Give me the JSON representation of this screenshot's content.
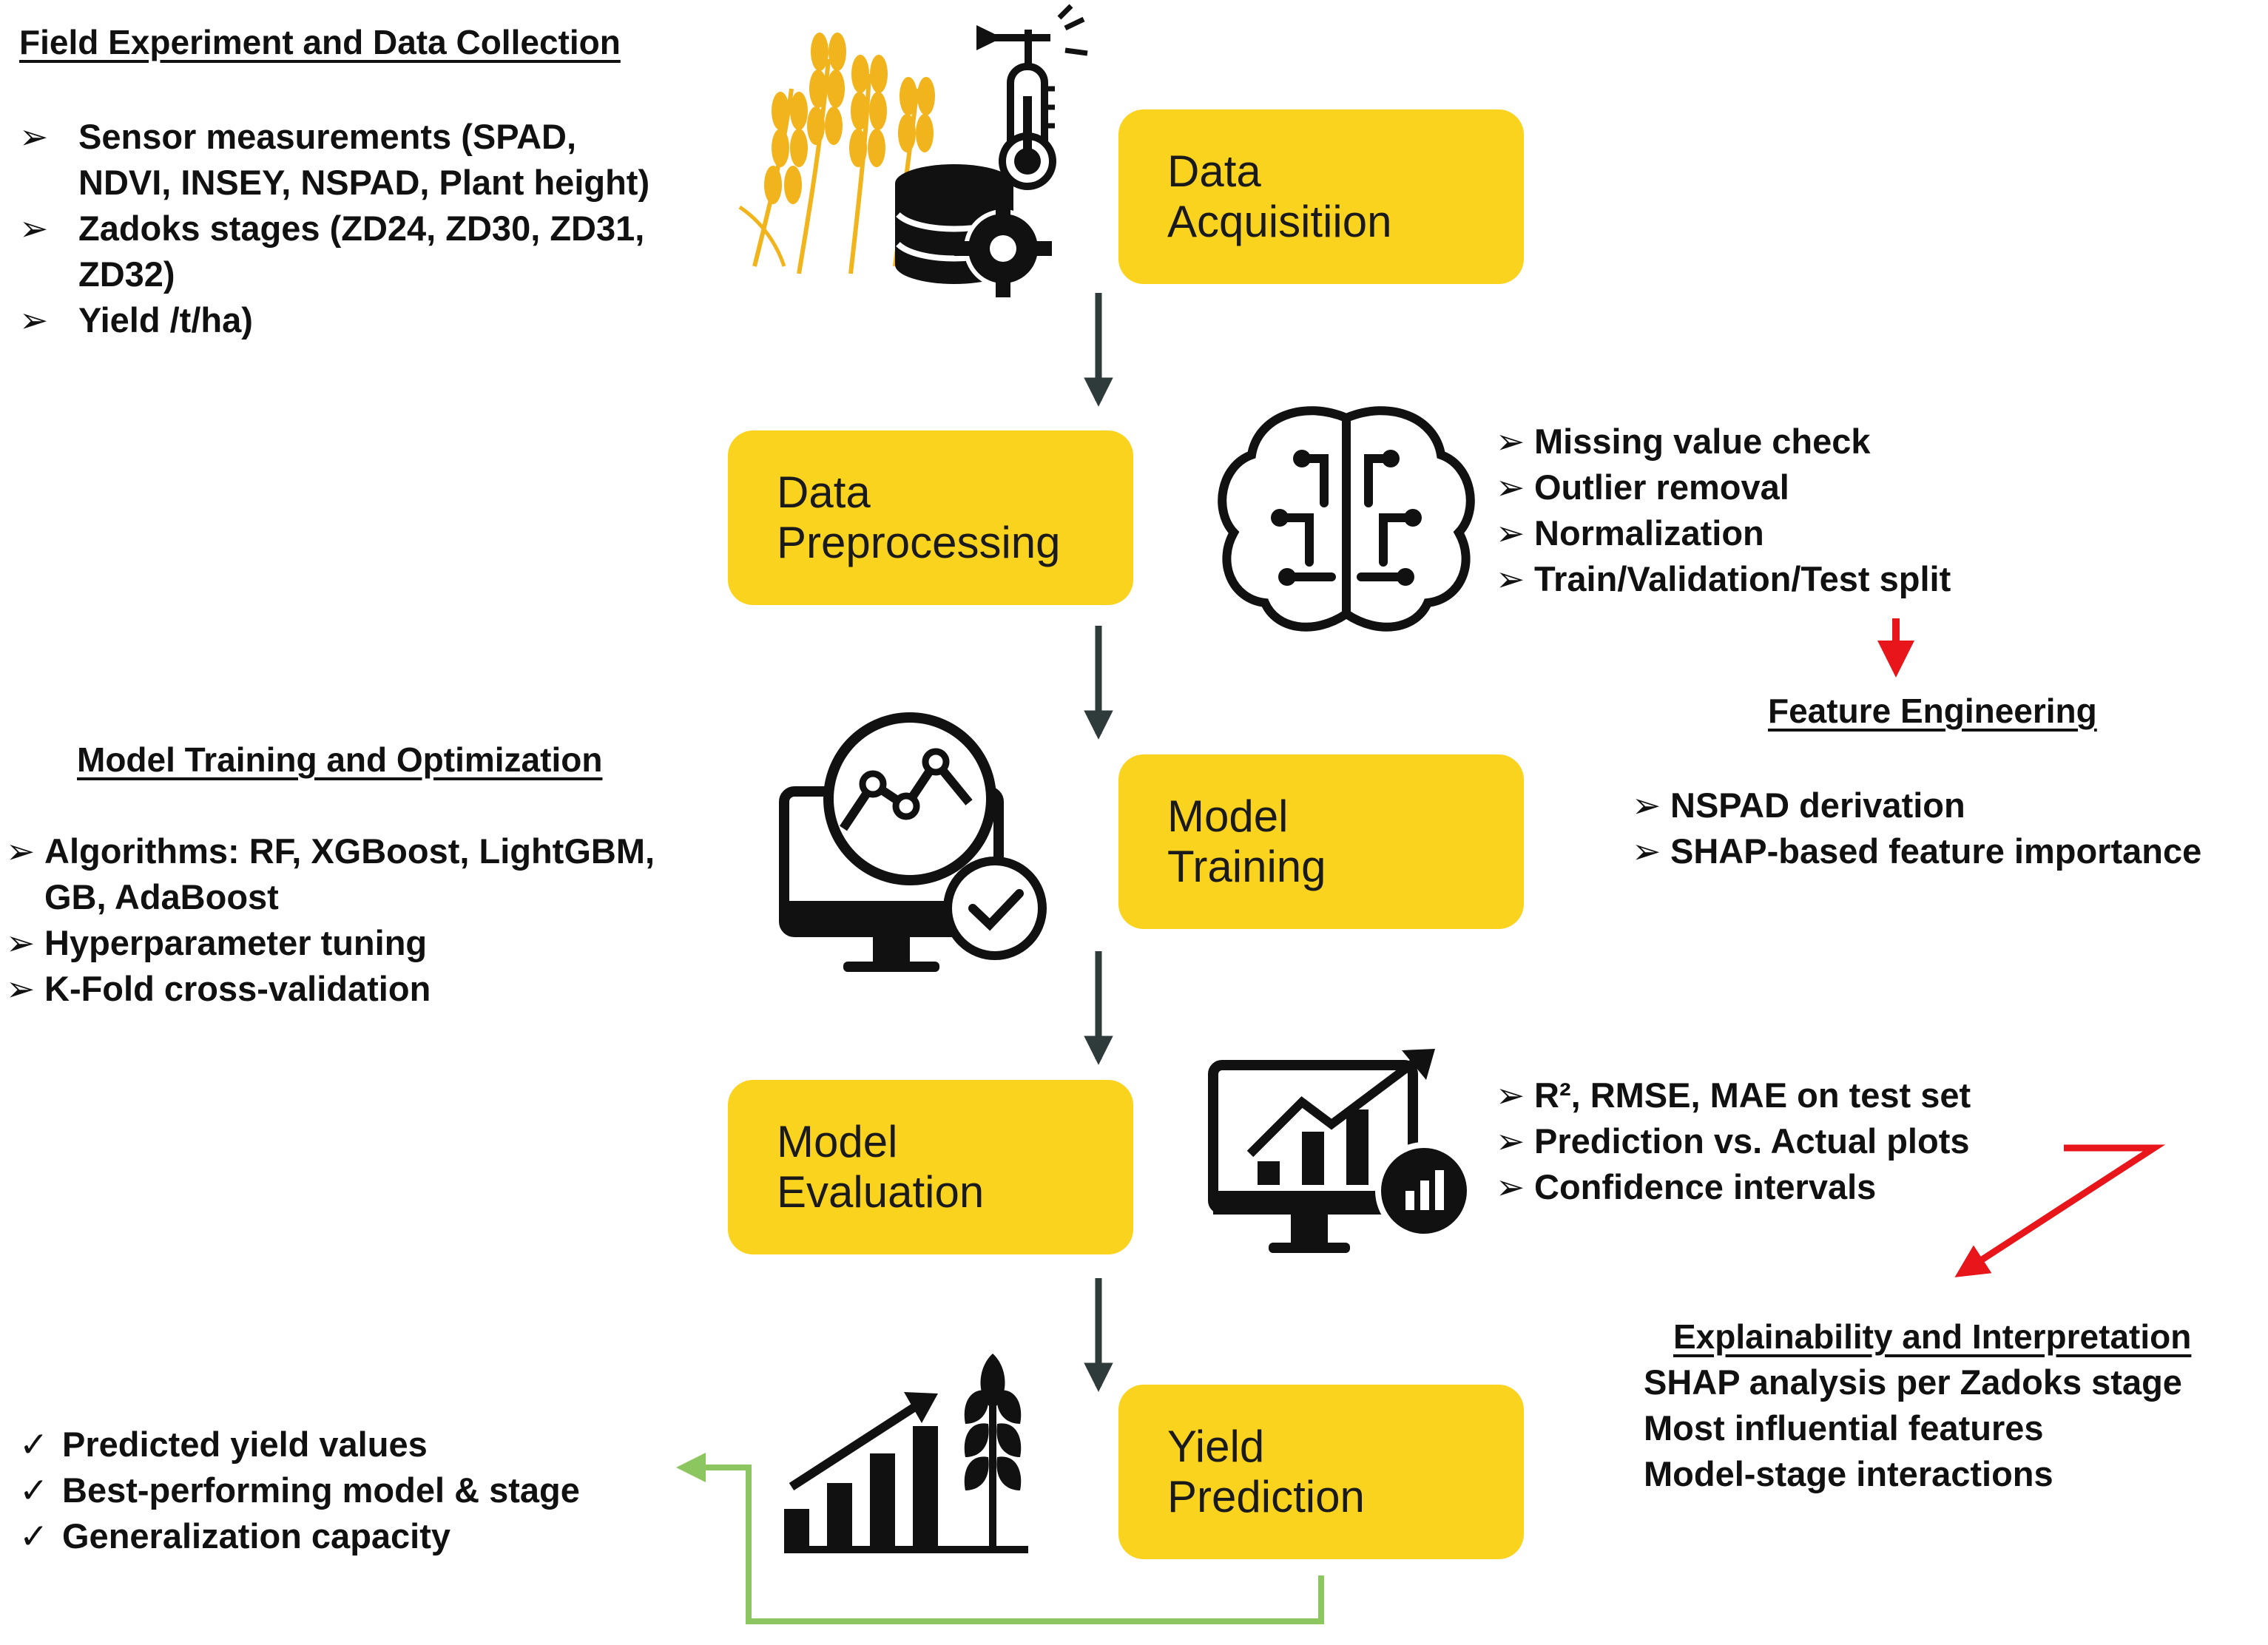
{
  "field_section": {
    "heading": "Field Experiment and Data Collection",
    "items": [
      [
        "Sensor measurements (SPAD,",
        "NDVI, INSEY, NSPAD, Plant height)"
      ],
      [
        "Zadoks stages (ZD24, ZD30, ZD31,",
        "ZD32)"
      ],
      [
        "Yield /t/ha)"
      ]
    ]
  },
  "boxes": {
    "acquisition": [
      "Data",
      "Acquisitiion"
    ],
    "preprocessing": [
      "Data",
      "Preprocessing"
    ],
    "training": [
      "Model",
      "Training"
    ],
    "evaluation": [
      "Model",
      "Evaluation"
    ],
    "prediction": [
      "Yield",
      "Prediction"
    ]
  },
  "preprocessing_steps": [
    "Missing value check",
    "Outlier removal",
    "Normalization",
    "Train/Validation/Test split"
  ],
  "feature_engineering": {
    "heading": "Feature Engineering",
    "items": [
      "NSPAD derivation",
      "SHAP-based feature importance"
    ]
  },
  "model_training": {
    "heading": "Model Training and Optimization",
    "items": [
      [
        "Algorithms: RF, XGBoost, LightGBM,",
        "GB, AdaBoost"
      ],
      [
        "Hyperparameter tuning"
      ],
      [
        "K-Fold cross-validation"
      ]
    ]
  },
  "evaluation_steps": [
    "R², RMSE, MAE on test set",
    "Prediction vs. Actual plots",
    "Confidence intervals"
  ],
  "explainability": {
    "heading": "Explainability and Interpretation",
    "items": [
      "SHAP analysis per Zadoks stage",
      "Most influential features",
      "Model-stage interactions"
    ]
  },
  "outputs": [
    "Predicted yield values",
    "Best-performing model & stage",
    "Generalization capacity"
  ],
  "markers": {
    "arrow": "➢",
    "check": "✓"
  },
  "icons": [
    "wheat-icon",
    "weather-vane-icon",
    "thermometer-icon",
    "database-gear-icon",
    "brain-circuit-icon",
    "monitor-chart-check-icon",
    "monitor-growth-chart-icon",
    "growth-bars-wheat-icon"
  ],
  "colors": {
    "box_fill": "#fad31f",
    "flow_arrow": "#2f3a3a",
    "red_arrow": "#e8151b",
    "green_connector": "#8cc660",
    "text": "#111111",
    "wheat": "#f2b41c"
  }
}
